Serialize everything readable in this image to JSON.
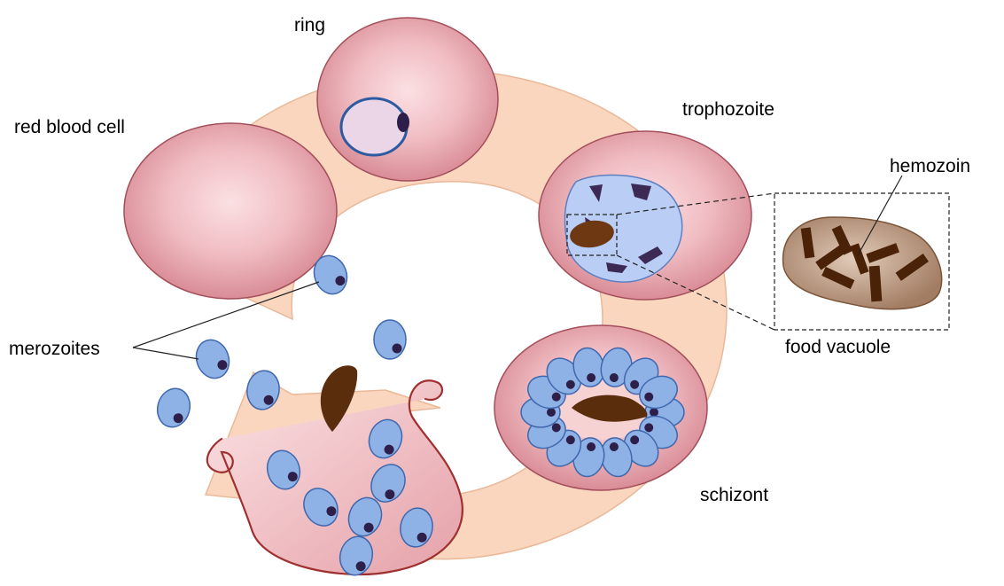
{
  "labels": {
    "ring": "ring",
    "red_blood_cell": "red blood cell",
    "trophozoite": "trophozoite",
    "hemozoin": "hemozoin",
    "food_vacuole": "food vacuole",
    "merozoites": "merozoites",
    "schizont": "schizont"
  },
  "colors": {
    "cycle_band": "#fbd6bf",
    "rbc_fill": "#e8a3ac",
    "rbc_stroke": "#a34e5a",
    "merozoite_fill": "#8fb2e6",
    "merozoite_stroke": "#3f67ad",
    "nucleus": "#2e1f4a",
    "hemozoin": "#5a2d0c",
    "food_vacuole": "#b08a6e",
    "trophozoite_body": "#b9cdf5",
    "burst_cell_outline": "#9e3030"
  }
}
